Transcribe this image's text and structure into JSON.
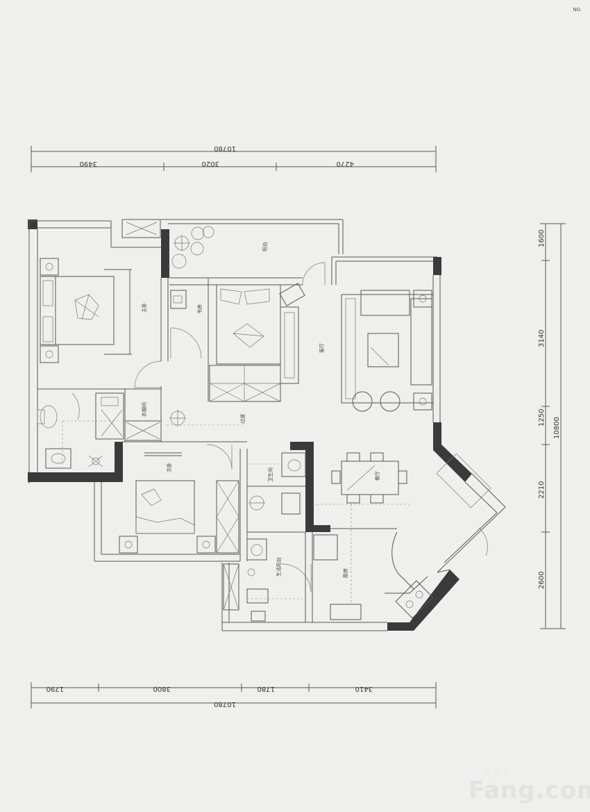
{
  "header_note": "NO.",
  "dimensions": {
    "top_total": "10780",
    "top_segments": [
      "3490",
      "3020",
      "4270"
    ],
    "bottom_total": "10780",
    "bottom_segments": [
      "1790",
      "3800",
      "1780",
      "3410"
    ],
    "right_total": "10800",
    "right_segments": [
      "1600",
      "3140",
      "1250",
      "2210",
      "2600"
    ]
  },
  "rooms": {
    "balcony": "阳台",
    "master_bedroom": "主卧",
    "study": "书房",
    "living_room": "客厅",
    "dining": "餐厅",
    "corridor": "过道",
    "cloakroom": "衣帽间",
    "second_bedroom": "次卧",
    "bathroom": "卫生间",
    "service_balcony": "生活阳台",
    "kitchen": "厨房"
  },
  "watermark": {
    "brand": "Fang.com",
    "chinese": "房天下"
  }
}
